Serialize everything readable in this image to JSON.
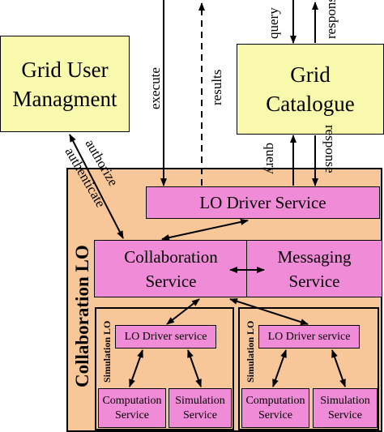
{
  "colors": {
    "grid_box": "#f9f9ad",
    "lo_container": "#f7c79a",
    "service_box": "#f08bd8",
    "line": "#000000"
  },
  "grid_user": {
    "line1": "Grid User",
    "line2": "Managment"
  },
  "grid_catalogue": {
    "line1": "Grid",
    "line2": "Catalogue"
  },
  "collaboration_lo": {
    "title": "Collaboration LO"
  },
  "lo_driver_service": {
    "label": "LO Driver Service"
  },
  "collaboration_service": {
    "line1": "Collaboration",
    "line2": "Service"
  },
  "messaging_service": {
    "line1": "Messaging",
    "line2": "Service"
  },
  "simulation_los": [
    {
      "title": "Simulation LO",
      "driver": "LO Driver service",
      "computation": {
        "line1": "Computation",
        "line2": "Service"
      },
      "simulation": {
        "line1": "Simulation",
        "line2": "Service"
      }
    },
    {
      "title": "Simulation LO",
      "driver": "LO Driver service",
      "computation": {
        "line1": "Computation",
        "line2": "Service"
      },
      "simulation": {
        "line1": "Simulation",
        "line2": "Service"
      }
    }
  ],
  "edge_labels": {
    "execute": "execute",
    "results": "results",
    "query": "query",
    "response": "response",
    "authorize": "authorize",
    "authenticate": "authenticate"
  }
}
